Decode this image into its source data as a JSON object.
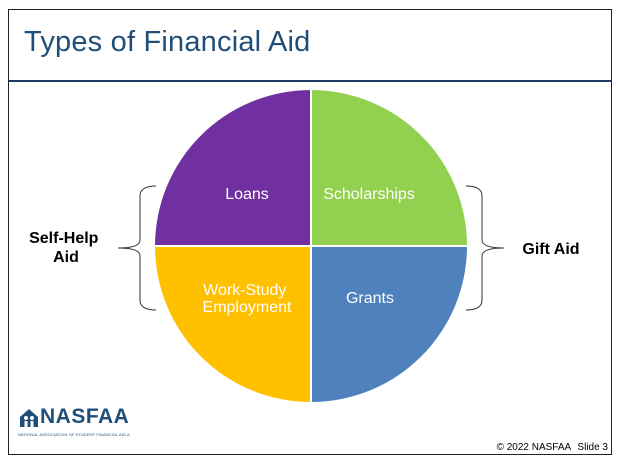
{
  "slide": {
    "title": "Types of Financial Aid",
    "footer": {
      "copyright": "© 2022 NASFAA",
      "slide_number": "Slide 3"
    }
  },
  "logo": {
    "wordmark": "NASFAA",
    "tagline": "NATIONAL ASSOCIATION OF STUDENT FINANCIAL AID ADMINISTRATORS"
  },
  "diagram": {
    "quadrants": [
      {
        "id": "loans",
        "lines": [
          "Loans"
        ],
        "color": "#7030A0"
      },
      {
        "id": "scholarships",
        "lines": [
          "Scholarships"
        ],
        "color": "#92D050"
      },
      {
        "id": "work-study",
        "lines": [
          "Work-Study",
          "Employment"
        ],
        "color": "#FFC000"
      },
      {
        "id": "grants",
        "lines": [
          "Grants"
        ],
        "color": "#4F81BD"
      }
    ],
    "left_group": {
      "lines": [
        "Self-Help",
        "Aid"
      ]
    },
    "right_group": {
      "lines": [
        "Gift Aid"
      ]
    }
  }
}
